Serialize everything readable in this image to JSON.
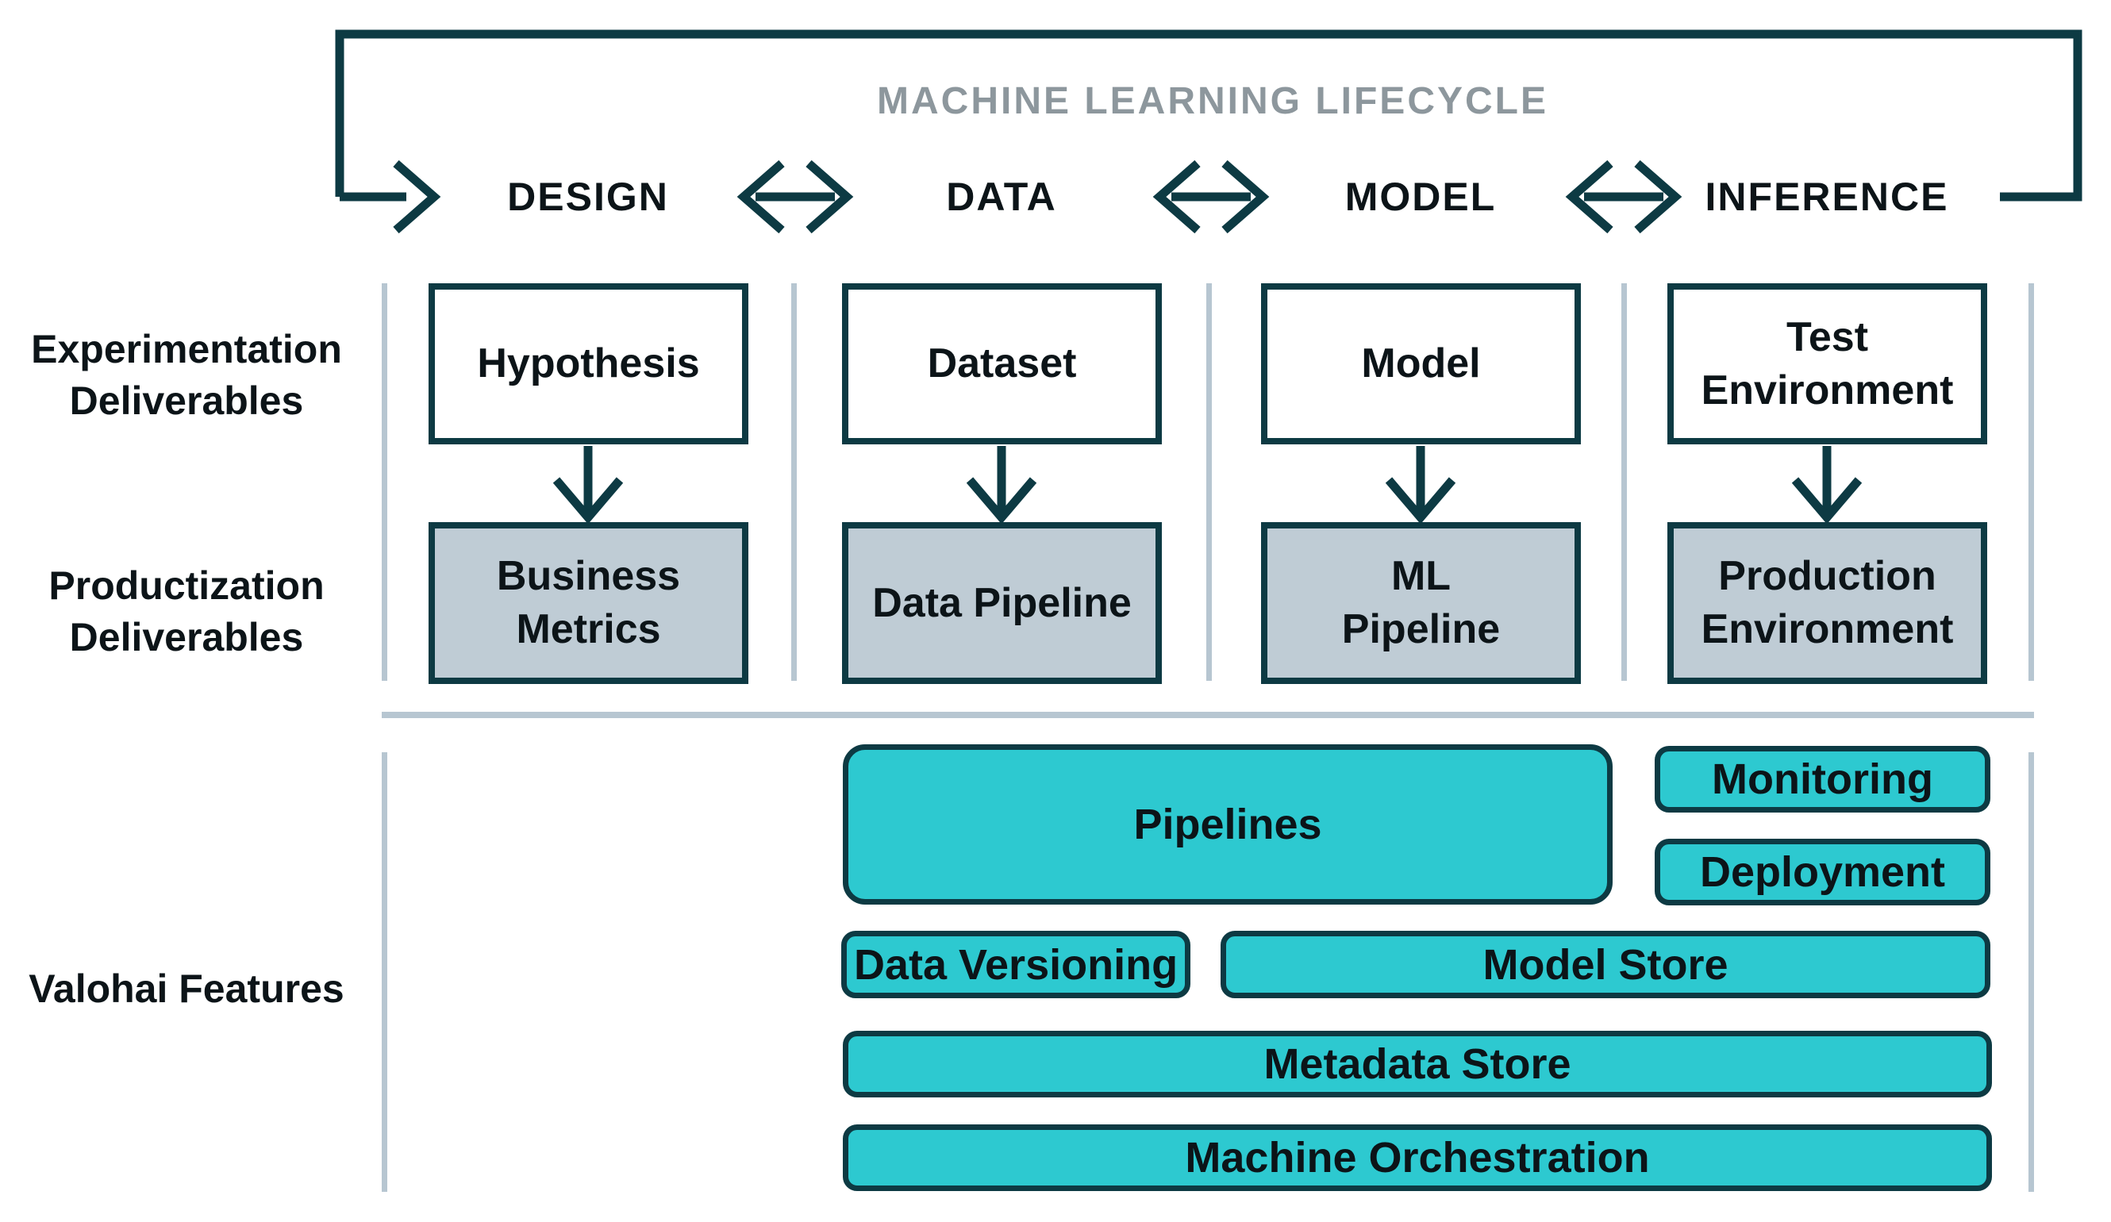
{
  "lifecycle": {
    "title": "MACHINE LEARNING LIFECYCLE",
    "stages": [
      "DESIGN",
      "DATA",
      "MODEL",
      "INFERENCE"
    ]
  },
  "row_labels": {
    "experimentation": "Experimentation\nDeliverables",
    "productization": "Productization\nDeliverables",
    "features": "Valohai Features"
  },
  "experiment_boxes": [
    "Hypothesis",
    "Dataset",
    "Model",
    "Test\nEnvironment"
  ],
  "product_boxes": [
    "Business\nMetrics",
    "Data Pipeline",
    "ML\nPipeline",
    "Production\nEnvironment"
  ],
  "features": {
    "pipelines": "Pipelines",
    "monitoring": "Monitoring",
    "deployment": "Deployment",
    "data_versioning": "Data Versioning",
    "model_store": "Model Store",
    "metadata_store": "Metadata Store",
    "machine_orchestration": "Machine Orchestration"
  },
  "colors": {
    "ink": "#0d3a43",
    "teal": "#2dc9d0",
    "gray_fill": "#bfccd5",
    "divider": "#b7c6d1",
    "title_text": "#8d979d",
    "text": "#0c1418",
    "bg": "#ffffff"
  }
}
